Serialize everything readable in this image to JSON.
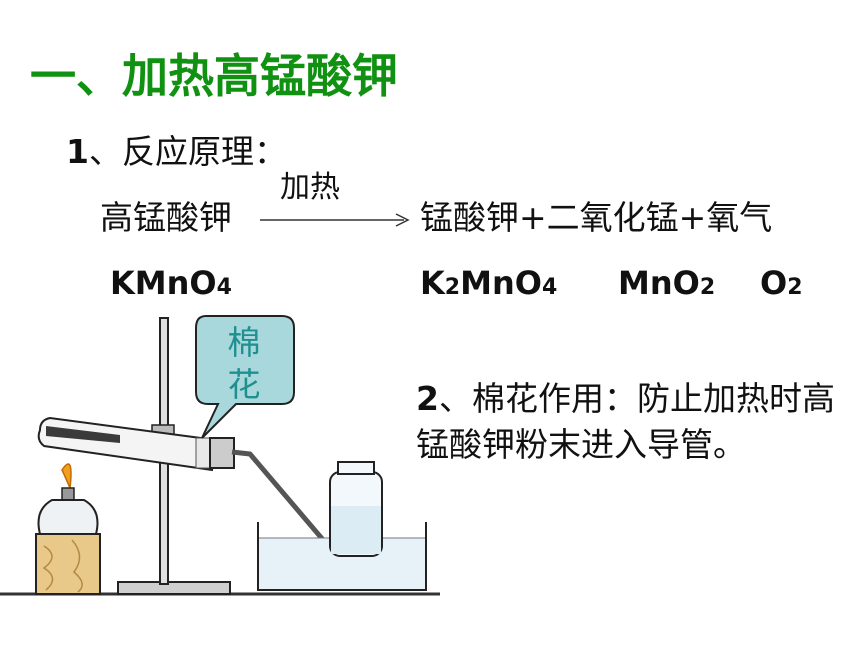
{
  "title": "一、加热高锰酸钾",
  "section1": {
    "number": "1",
    "text": "、反应原理："
  },
  "reaction": {
    "reactant": "高锰酸钾",
    "condition": "加热",
    "products": "锰酸钾+二氧化锰+氧气"
  },
  "formulas": {
    "kmno4": {
      "main": "KMnO",
      "sub": "4"
    },
    "k2mno4": {
      "k": "K",
      "sub1": "2",
      "mid": "MnO",
      "sub2": "4"
    },
    "mno2": {
      "main": "MnO",
      "sub": "2"
    },
    "o2": {
      "main": "O",
      "sub": "2"
    }
  },
  "callout": {
    "label": "棉花"
  },
  "section2": {
    "number": "2",
    "text": "、棉花作用：防止加热时高锰酸钾粉末进入导管。"
  },
  "colors": {
    "title": "#119111",
    "callout_fill": "#a8d8dc",
    "callout_text": "#1f8f8f",
    "flame": "#f0a020",
    "wood": "#e8c98a"
  }
}
